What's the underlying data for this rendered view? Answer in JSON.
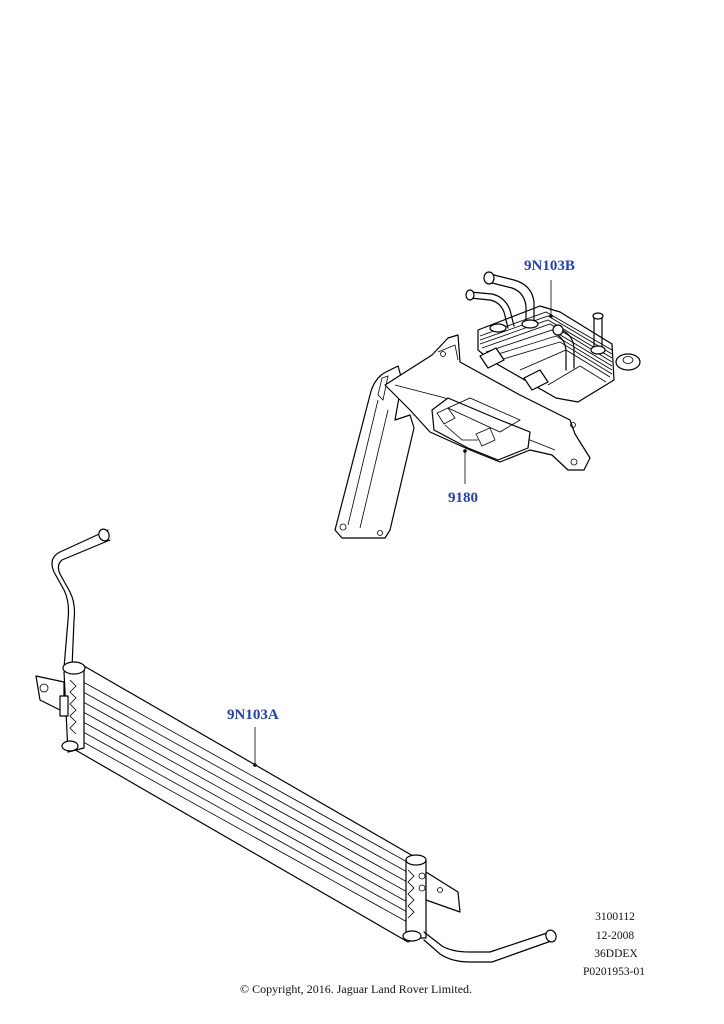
{
  "callouts": {
    "cooler_upper": "9N103B",
    "bracket": "9180",
    "cooler_lower": "9N103A"
  },
  "meta": {
    "code": "3100112",
    "date": "12-2008",
    "model": "36DDEX",
    "illustration_id": "P0201953-01"
  },
  "copyright": "© Copyright, 2016. Jaguar Land Rover Limited.",
  "colors": {
    "callout": "#1f3fbf",
    "line": "#000000",
    "background": "#ffffff"
  }
}
